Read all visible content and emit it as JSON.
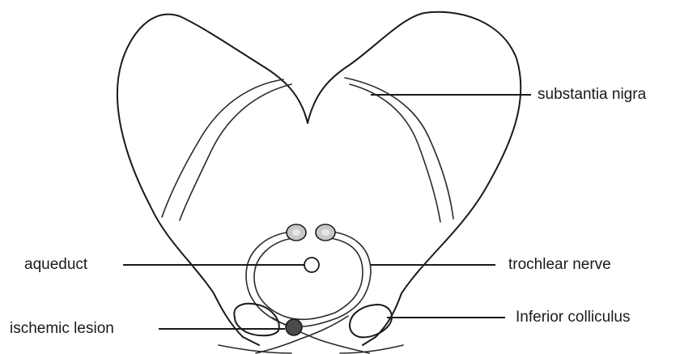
{
  "labels": {
    "substantia_nigra": "substantia nigra",
    "aqueduct": "aqueduct",
    "trochlear_nerve": "trochlear nerve",
    "ischemic_lesion": "ischemic lesion",
    "inferior_colliculus": "Inferior colliculus"
  },
  "colors": {
    "outline": "#1a1a1a",
    "lesion": "#4a4a4a",
    "nucleus": "#c8c8c8"
  }
}
